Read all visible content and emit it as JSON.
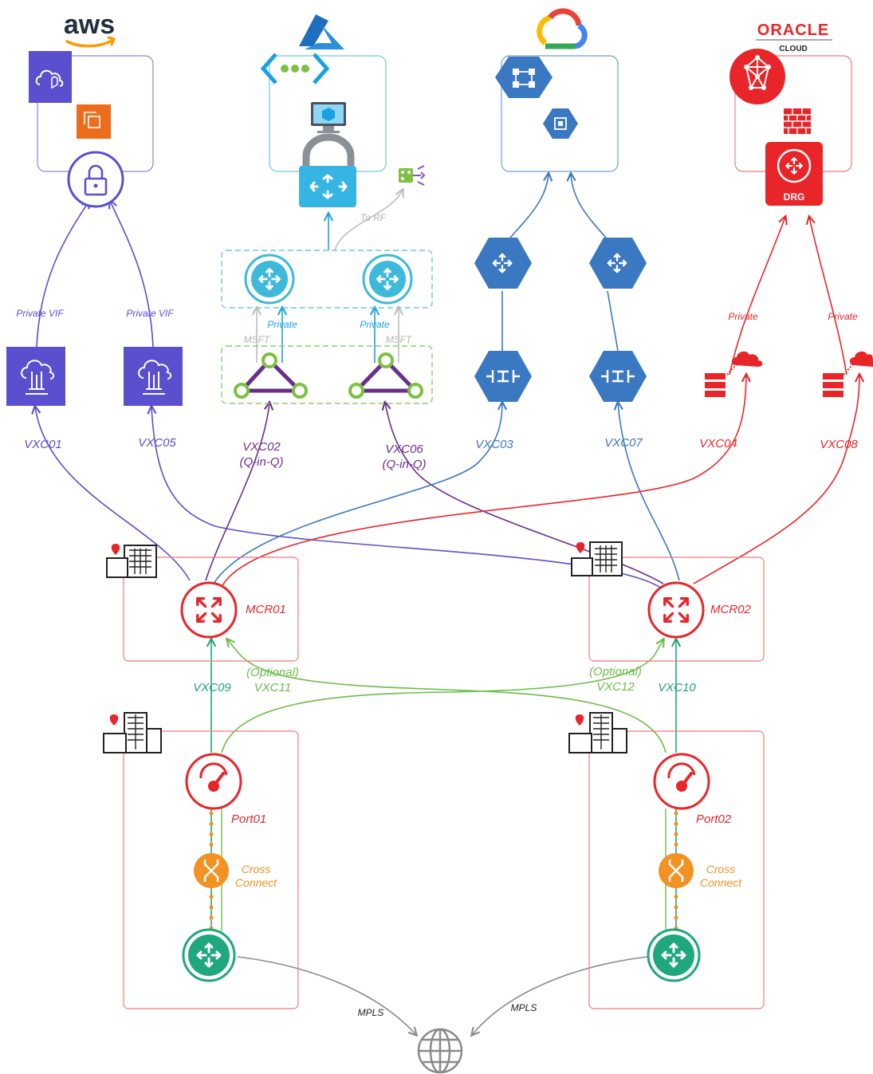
{
  "logos": {
    "aws": "aws",
    "oracle": "ORACLE",
    "oracle_sub": "CLOUD"
  },
  "colors": {
    "aws": "#5a4fcf",
    "aws_orange": "#ec6d1c",
    "azure": "#1ba1e2",
    "azure_light": "#3fb9d9",
    "gcp": "#3b78c2",
    "oracle": "#e8262a",
    "port": "#e8262a",
    "cross_connect": "#f29222",
    "customer_router": "#1fa77d",
    "vxc_green": "#22a37a",
    "optional": "#6cbd4a",
    "mpls": "#8a8a8a",
    "msft": "#bdbdbd",
    "vxc_purple": "#6a2e8c"
  },
  "labels": {
    "private_vif_1": "Private VIF",
    "private_vif_2": "Private VIF",
    "to_rf": "To RF",
    "private_az_1": "Private",
    "private_az_2": "Private",
    "msft_1": "MSFT",
    "msft_2": "MSFT",
    "private_oci_1": "Private",
    "private_oci_2": "Private",
    "drg": "DRG",
    "vxc01": "VXC01",
    "vxc05": "VXC05",
    "vxc02": "VXC02",
    "vxc02_sub": "(Q-in-Q)",
    "vxc06": "VXC06",
    "vxc06_sub": "(Q-in-Q)",
    "vxc03": "VXC03",
    "vxc07": "VXC07",
    "vxc04": "VXC04",
    "vxc08": "VXC08",
    "mcr01": "MCR01",
    "mcr02": "MCR02",
    "vxc09": "VXC09",
    "vxc10": "VXC10",
    "optional_1": "(Optional)",
    "vxc11": "VXC11",
    "optional_2": "(Optional)",
    "vxc12": "VXC12",
    "port01": "Port01",
    "port02": "Port02",
    "cross_1a": "Cross",
    "cross_1b": "Connect",
    "cross_2a": "Cross",
    "cross_2b": "Connect",
    "mpls_1": "MPLS",
    "mpls_2": "MPLS"
  }
}
